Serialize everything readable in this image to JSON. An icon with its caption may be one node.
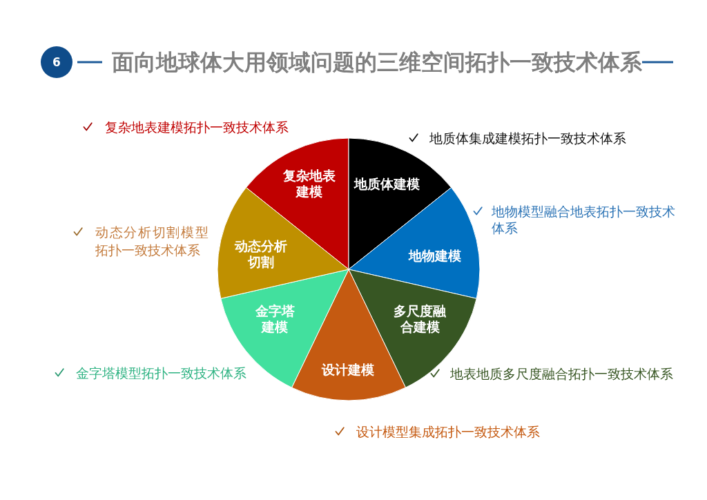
{
  "diagram": {
    "title": "面向地球体大用领域问题的三维空间拓扑一致技术体系",
    "nodes": [
      {
        "text": [
          "6"
        ]
      },
      {
        "text": [
          "复杂地表建模"
        ],
        "beside": [
          "复杂地表建模拓扑一致技术体系"
        ]
      },
      {
        "text": [
          "地质体建模"
        ],
        "beside": [
          "地质体集成建模拓扑一致技术体系"
        ]
      },
      {
        "text": [
          "地物建模"
        ],
        "beside": [
          "地物模型融合地表拓扑一致技术体系"
        ]
      },
      {
        "text": [
          "多尺度融合建模"
        ],
        "beside": [
          "地表地质多尺度融合拓扑一致技术体系"
        ]
      },
      {
        "text": [
          "设计建模"
        ],
        "beside": [
          "设计模型集成拓扑一致技术体系"
        ]
      },
      {
        "text": [
          "金字塔建模"
        ],
        "beside": [
          "金字塔模型拓扑一致技术体系"
        ]
      },
      {
        "text": [
          "动态分析切割"
        ],
        "beside": [
          "动态分析切割模型拓扑一致技术体系"
        ]
      }
    ]
  }
}
